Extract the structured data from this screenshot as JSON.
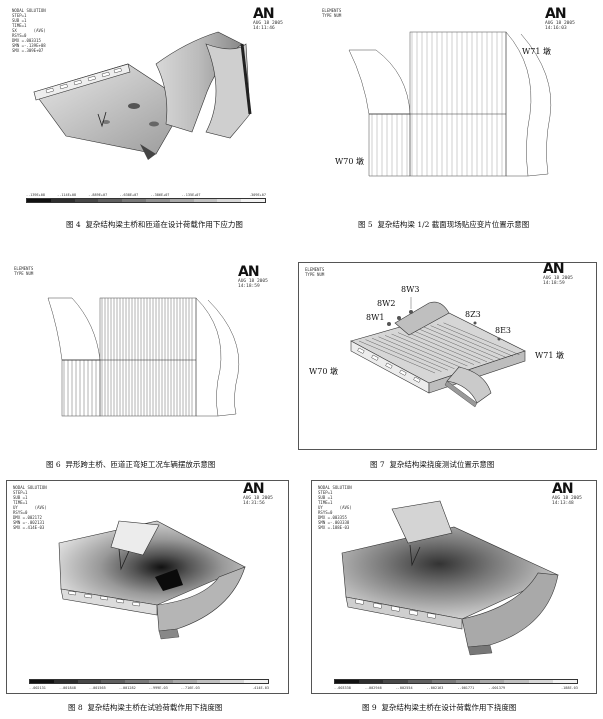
{
  "figures": [
    {
      "id": "fig4",
      "header_lines": [
        "NODAL SOLUTION",
        "STEP=1",
        "SUB =1",
        "TIME=1",
        "SX       (AVG)",
        "RSYS=0",
        "DMX =.003315",
        "SMN =-.139E+08",
        "SMX =.309E+07"
      ],
      "logo": "AN",
      "stamp": "AUG 18 2005\n14:11:46",
      "legend_ticks": [
        "-.139E+08",
        "-.114E+08",
        "-.889E+07",
        "-.638E+07",
        "-.386E+07",
        "-.135E+07",
        "",
        "",
        "",
        ".309E+07"
      ],
      "caption_num": "图 4",
      "caption": "复杂结构梁主桥和匝道在设计荷载作用下应力图"
    },
    {
      "id": "fig5",
      "header_lines": [
        "ELEMENTS",
        "TYPE NUM"
      ],
      "logo": "AN",
      "stamp": "AUG 18 2005\n14:16:03",
      "labels": [
        "W71 墩",
        "W70 墩"
      ],
      "caption_num": "图 5",
      "caption": "复杂结构梁 1/2 截面现场贴应变片位置示意图"
    },
    {
      "id": "fig6",
      "header_lines": [
        "ELEMENTS",
        "TYPE NUM"
      ],
      "logo": "AN",
      "stamp": "AUG 18 2005\n14:18:59",
      "caption_num": "图 6",
      "caption": "异形跨主桥、匝道正弯矩工况车辆摆放示意图"
    },
    {
      "id": "fig7",
      "header_lines": [
        "ELEMENTS",
        "TYPE NUM"
      ],
      "logo": "AN",
      "stamp": "AUG 18 2005\n14:18:59",
      "labels": [
        "8W3",
        "8W2",
        "8W1",
        "8Z3",
        "8E3",
        "W70 墩",
        "W71 墩"
      ],
      "caption_num": "图 7",
      "caption": "复杂结构梁挠度测试位置示意图"
    },
    {
      "id": "fig8",
      "header_lines": [
        "NODAL SOLUTION",
        "STEP=1",
        "SUB =1",
        "TIME=1",
        "UY       (AVG)",
        "RSYS=0",
        "DMX =.002172",
        "SMN =-.002131",
        "SMX =.414E-03"
      ],
      "logo": "AN",
      "stamp": "AUG 18 2005\n14:31:56",
      "legend_ticks": [
        "-.002131",
        "-.001848",
        "-.001565",
        "-.001282",
        "-.999E-03",
        "-.716E-03",
        "",
        "",
        "",
        ".414E-03"
      ],
      "caption_num": "图 8",
      "caption": "复杂结构梁主桥在试验荷载作用下挠度图"
    },
    {
      "id": "fig9",
      "header_lines": [
        "NODAL SOLUTION",
        "STEP=1",
        "SUB =1",
        "TIME=1",
        "UY       (AVG)",
        "RSYS=0",
        "DMX =.003355",
        "SMN =-.003338",
        "SMX =.188E-03"
      ],
      "logo": "AN",
      "stamp": "AUG 18 2005\n14:13:48",
      "legend_ticks": [
        "-.003338",
        "-.002946",
        "-.002554",
        "-.002163",
        "-.001771",
        "-.001379",
        "",
        "",
        "",
        ".188E-03"
      ],
      "caption_num": "图 9",
      "caption": "复杂结构梁主桥在设计荷载作用下挠度图"
    }
  ],
  "colors": {
    "legend_gray": [
      "#111111",
      "#2e2e2e",
      "#474747",
      "#5f5f5f",
      "#787878",
      "#909090",
      "#a8a8a8",
      "#c0c0c0",
      "#d8d8d8",
      "#f2f2f2"
    ]
  }
}
